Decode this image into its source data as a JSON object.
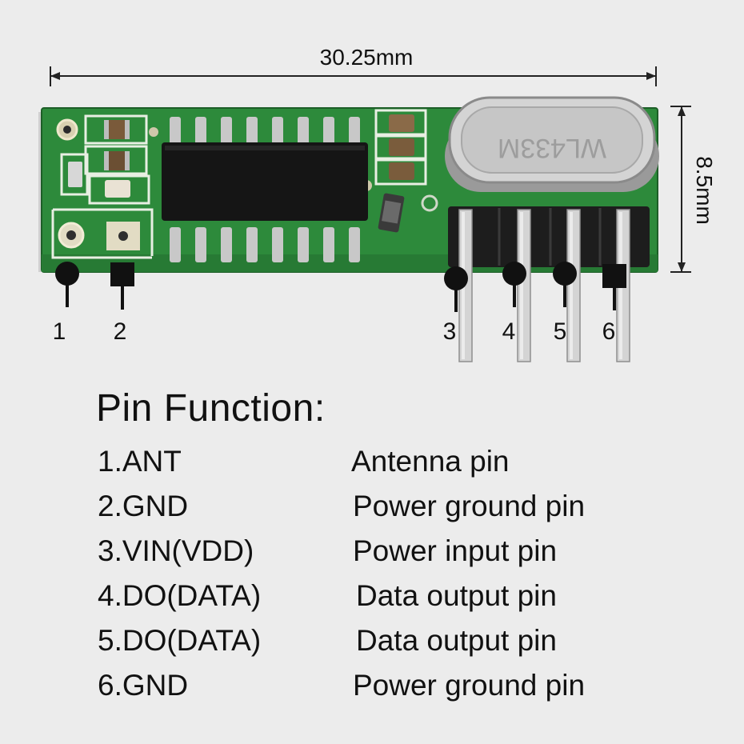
{
  "dimensions": {
    "length": "30.25mm",
    "height": "8.5mm"
  },
  "crystal_marking": "WL433M",
  "pin_labels": [
    "1",
    "2",
    "3",
    "4",
    "5",
    "6"
  ],
  "pin_function": {
    "title": "Pin Function:",
    "rows": [
      {
        "name": "1.ANT",
        "desc": "Antenna pin"
      },
      {
        "name": "2.GND",
        "desc": "Power ground pin"
      },
      {
        "name": "3.VIN(VDD)",
        "desc": "Power input pin"
      },
      {
        "name": "4.DO(DATA)",
        "desc": "Data output pin"
      },
      {
        "name": "5.DO(DATA)",
        "desc": "Data output pin"
      },
      {
        "name": "6.GND",
        "desc": "Power ground pin"
      }
    ]
  },
  "colors": {
    "pcb": "#2e8a3c",
    "ic": "#151515",
    "crystal": "#c9c9c9",
    "header": "#1c1c1c",
    "pin": "#b9b9b9"
  }
}
